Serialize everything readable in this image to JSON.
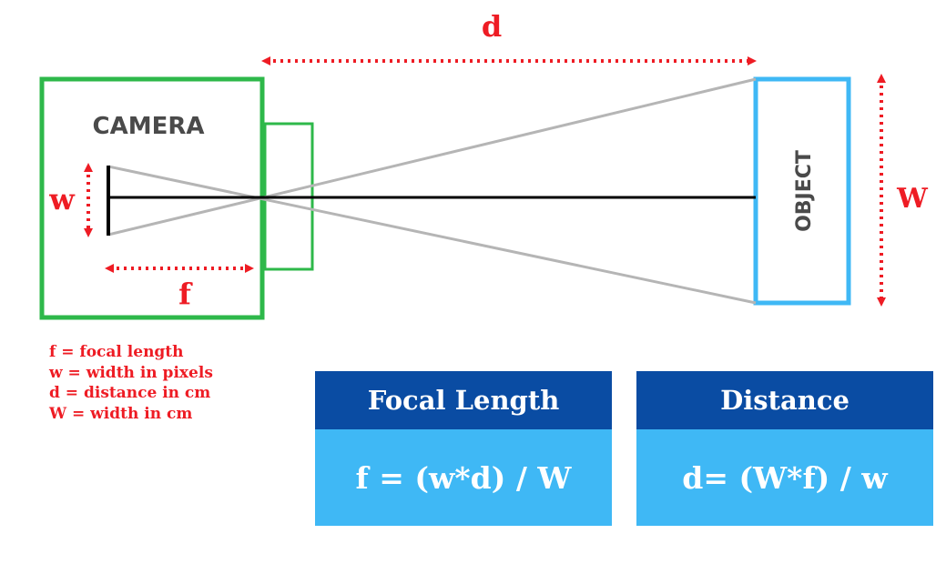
{
  "diagram": {
    "camera_label": "CAMERA",
    "object_label": "OBJECT",
    "distance_symbol": "d",
    "image_width_symbol": "w",
    "focal_symbol": "f",
    "object_width_symbol": "W"
  },
  "legend": {
    "items": [
      "f = focal length",
      "w = width in pixels",
      "d = distance in cm",
      "W = width in cm"
    ]
  },
  "formulas": {
    "focal_length": {
      "title": "Focal Length",
      "formula": "f = (w*d) / W"
    },
    "distance": {
      "title": "Distance",
      "formula": "d= (W*f) / w"
    }
  },
  "colors": {
    "camera_green": "#2eb84a",
    "object_blue": "#3fb8f5",
    "arrow_red": "#ee1c24",
    "label_gray": "#4a4a4a",
    "ray_gray": "#b5b5b5",
    "axis_black": "#000000",
    "header_navy": "#0a4ca3",
    "body_blue": "#3fb8f5"
  }
}
